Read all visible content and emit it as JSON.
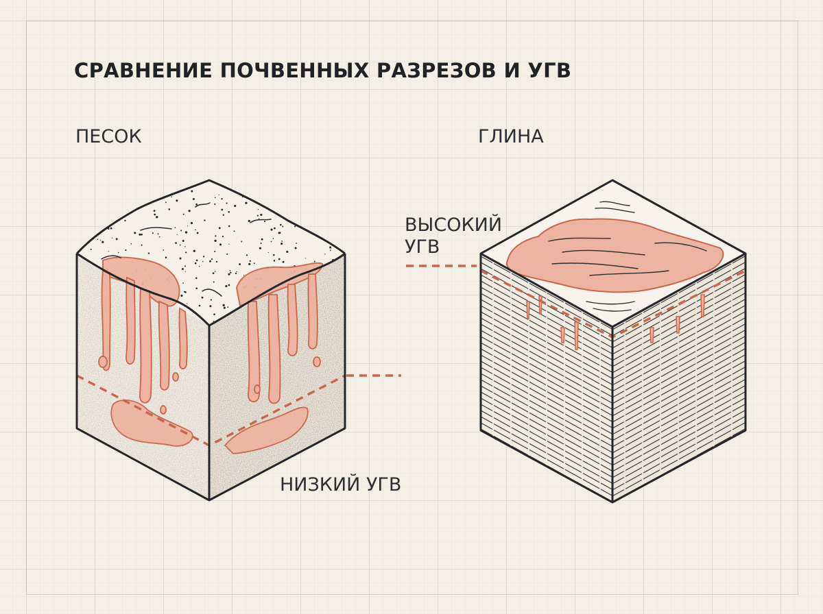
{
  "title": "СРАВНЕНИЕ ПОЧВЕННЫХ РАЗРЕЗОВ И УГВ",
  "panels": {
    "sand": {
      "label": "ПЕСОК",
      "water_label": "НИЗКИЙ УГВ"
    },
    "clay": {
      "label": "ГЛИНА",
      "water_label_line1": "ВЫСОКИЙ",
      "water_label_line2": "УГВ"
    }
  },
  "colors": {
    "background": "#f4efe6",
    "outline": "#23262b",
    "water_fill": "#ecb4a0",
    "water_stroke": "#c8664a",
    "water_dash": "#c8664a",
    "sand_dots": "#2a2a2a"
  }
}
